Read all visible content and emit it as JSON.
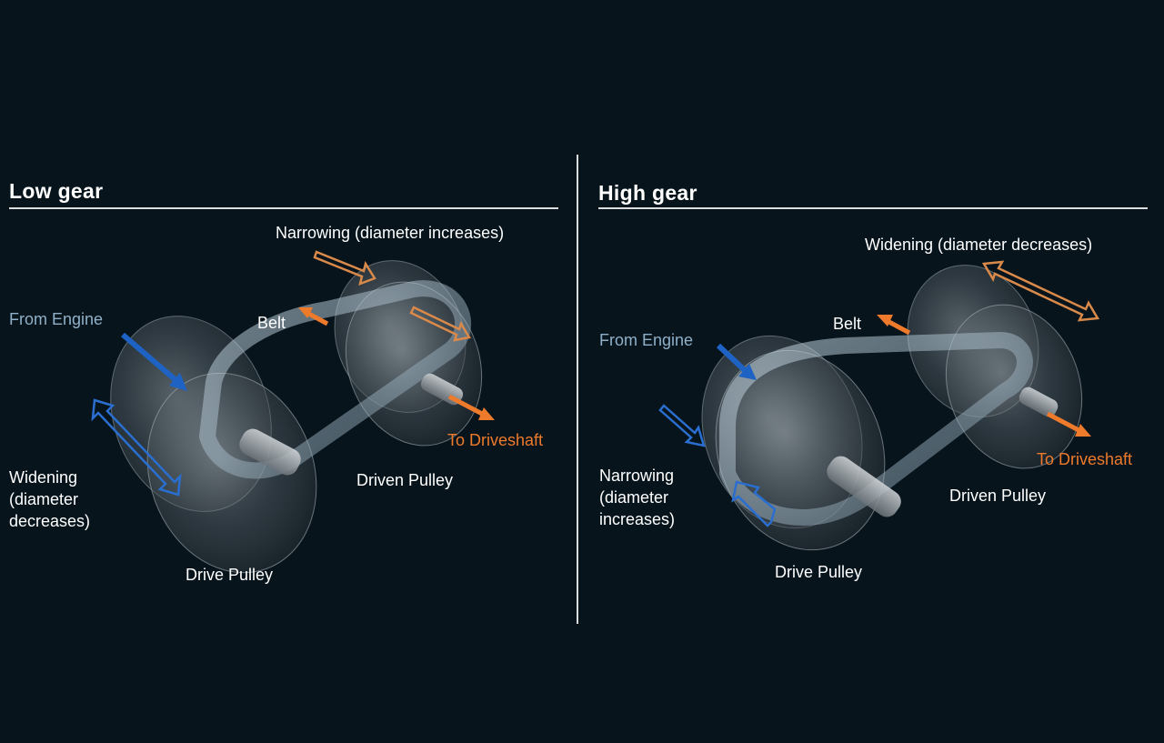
{
  "low_gear": {
    "title": "Low gear",
    "labels": {
      "narrowing": "Narrowing (diameter increases)",
      "from_engine": "From Engine",
      "belt": "Belt",
      "to_driveshaft": "To Driveshaft",
      "widening_1": "Widening",
      "widening_2": "(diameter",
      "widening_3": "decreases)",
      "driven_pulley": "Driven Pulley",
      "drive_pulley": "Drive Pulley"
    }
  },
  "high_gear": {
    "title": "High gear",
    "labels": {
      "widening": "Widening (diameter decreases)",
      "from_engine": "From Engine",
      "belt": "Belt",
      "to_driveshaft": "To Driveshaft",
      "narrowing_1": "Narrowing",
      "narrowing_2": "(diameter",
      "narrowing_3": "increases)",
      "driven_pulley": "Driven Pulley",
      "drive_pulley": "Drive Pulley"
    }
  },
  "colors": {
    "background": "#07141c",
    "engine_arrow": "#1e63c4",
    "driveshaft_arrow": "#ee7a2c",
    "adjust_arrow": "#d98a4a"
  }
}
